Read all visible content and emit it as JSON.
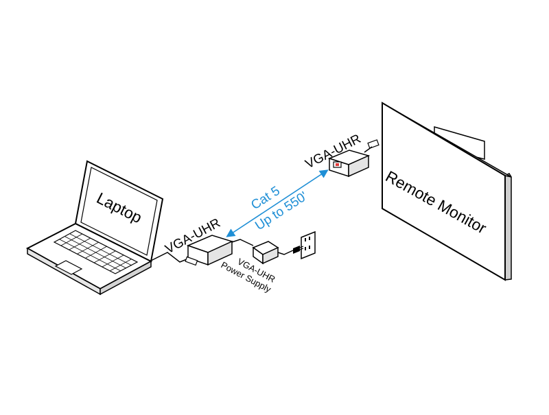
{
  "labels": {
    "laptop": "Laptop",
    "remote_monitor": "Remote Monitor",
    "local_unit": "VGA-UHR",
    "remote_unit": "VGA-UHR",
    "cable_type": "Cat 5",
    "cable_distance": "Up to 550'",
    "power_supply_line1": "VGA-UHR",
    "power_supply_line2": "Power Supply"
  },
  "colors": {
    "link": "#1f8fd6",
    "outline": "#000000",
    "device_fill": "#ffffff"
  }
}
